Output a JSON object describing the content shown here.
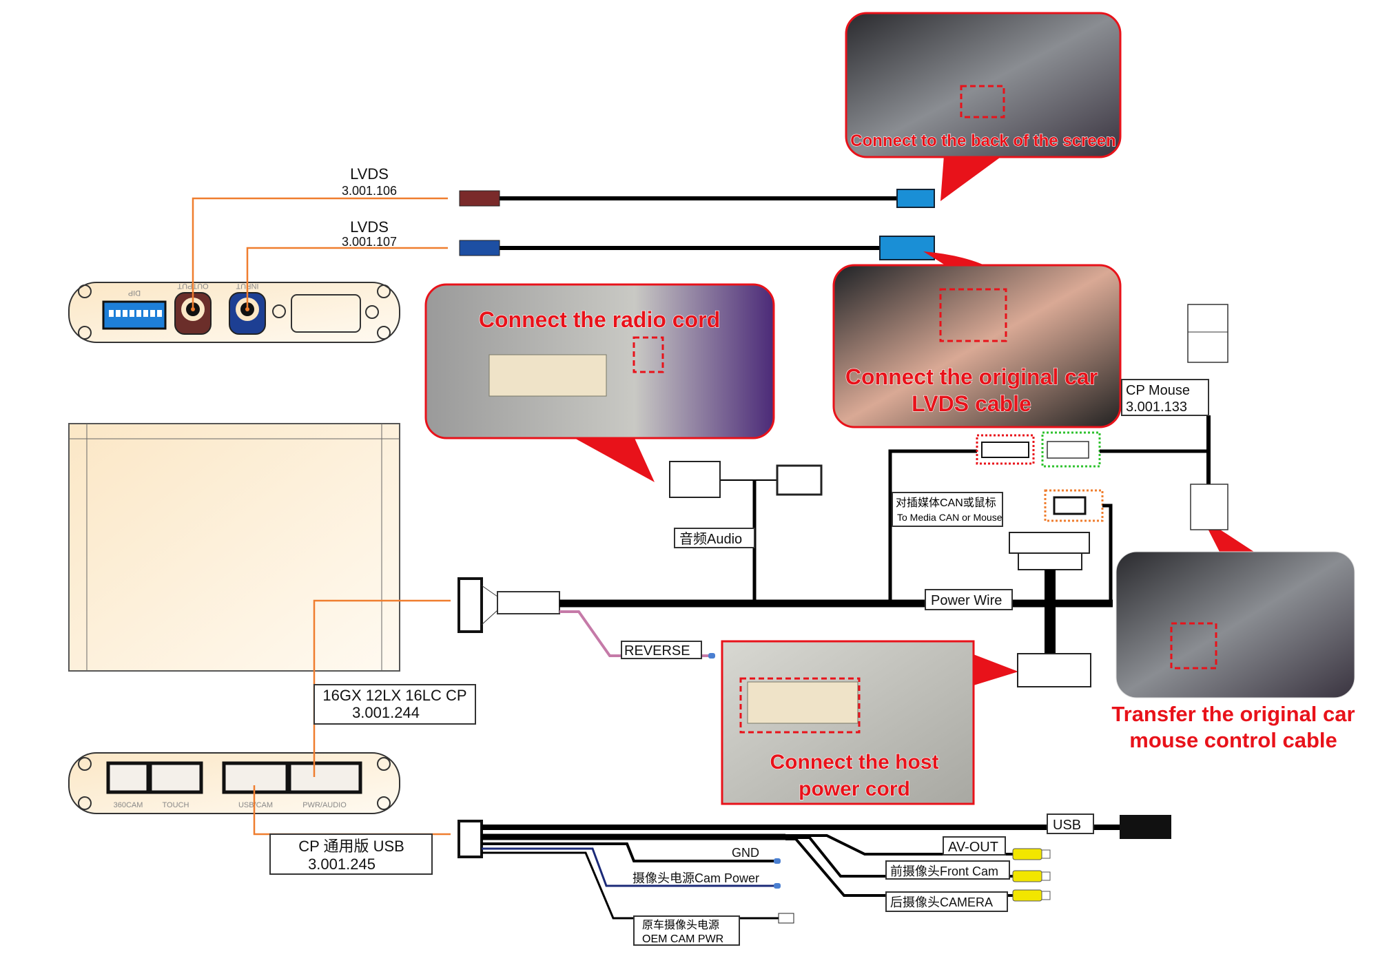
{
  "module": {
    "top_panel": {
      "dip": "DIP",
      "output": "OUTPUT",
      "input": "INPUT"
    },
    "bottom_panel": {
      "ports": [
        "360CAM",
        "TOUCH",
        "USB/CAM",
        "PWR/AUDIO"
      ]
    }
  },
  "cables": {
    "lvds1": {
      "name": "LVDS",
      "code": "3.001.106"
    },
    "lvds2": {
      "name": "LVDS",
      "code": "3.001.107"
    },
    "main_harness": {
      "name": "16GX 12LX 16LC CP",
      "code": "3.001.244"
    },
    "usb_harness": {
      "name": "CP 通用版 USB",
      "code": "3.001.245"
    },
    "cp_mouse": {
      "name": "CP Mouse",
      "code": "3.001.133"
    }
  },
  "wire_labels": {
    "audio": "音频Audio",
    "power_wire": "Power Wire",
    "reverse": "REVERSE",
    "can_cn": "对插媒体CAN或鼠标",
    "can_en": "To Media CAN or Mouse",
    "usb": "USB",
    "av_out": "AV-OUT",
    "front_cam": "前摄像头Front Cam",
    "camera": "后摄像头CAMERA",
    "gnd": "GND",
    "cam_power": "摄像头电源Cam Power",
    "oem_cn": "原车摄像头电源",
    "oem_en": "OEM CAM PWR"
  },
  "callouts": {
    "screen_back": "Connect to the back of the screen",
    "radio_cord": "Connect the radio cord",
    "lvds_line1": "Connect the original car",
    "lvds_line2": "LVDS cable",
    "host_line1": "Connect the host",
    "host_line2": "power cord",
    "mouse_line1": "Transfer the original car",
    "mouse_line2": "mouse control cable"
  },
  "colors": {
    "callout_red": "#e8121a",
    "leader_orange": "#ef7d2e",
    "lvds_blue": "#1a8fd6",
    "rca_yellow": "#f2e600"
  }
}
